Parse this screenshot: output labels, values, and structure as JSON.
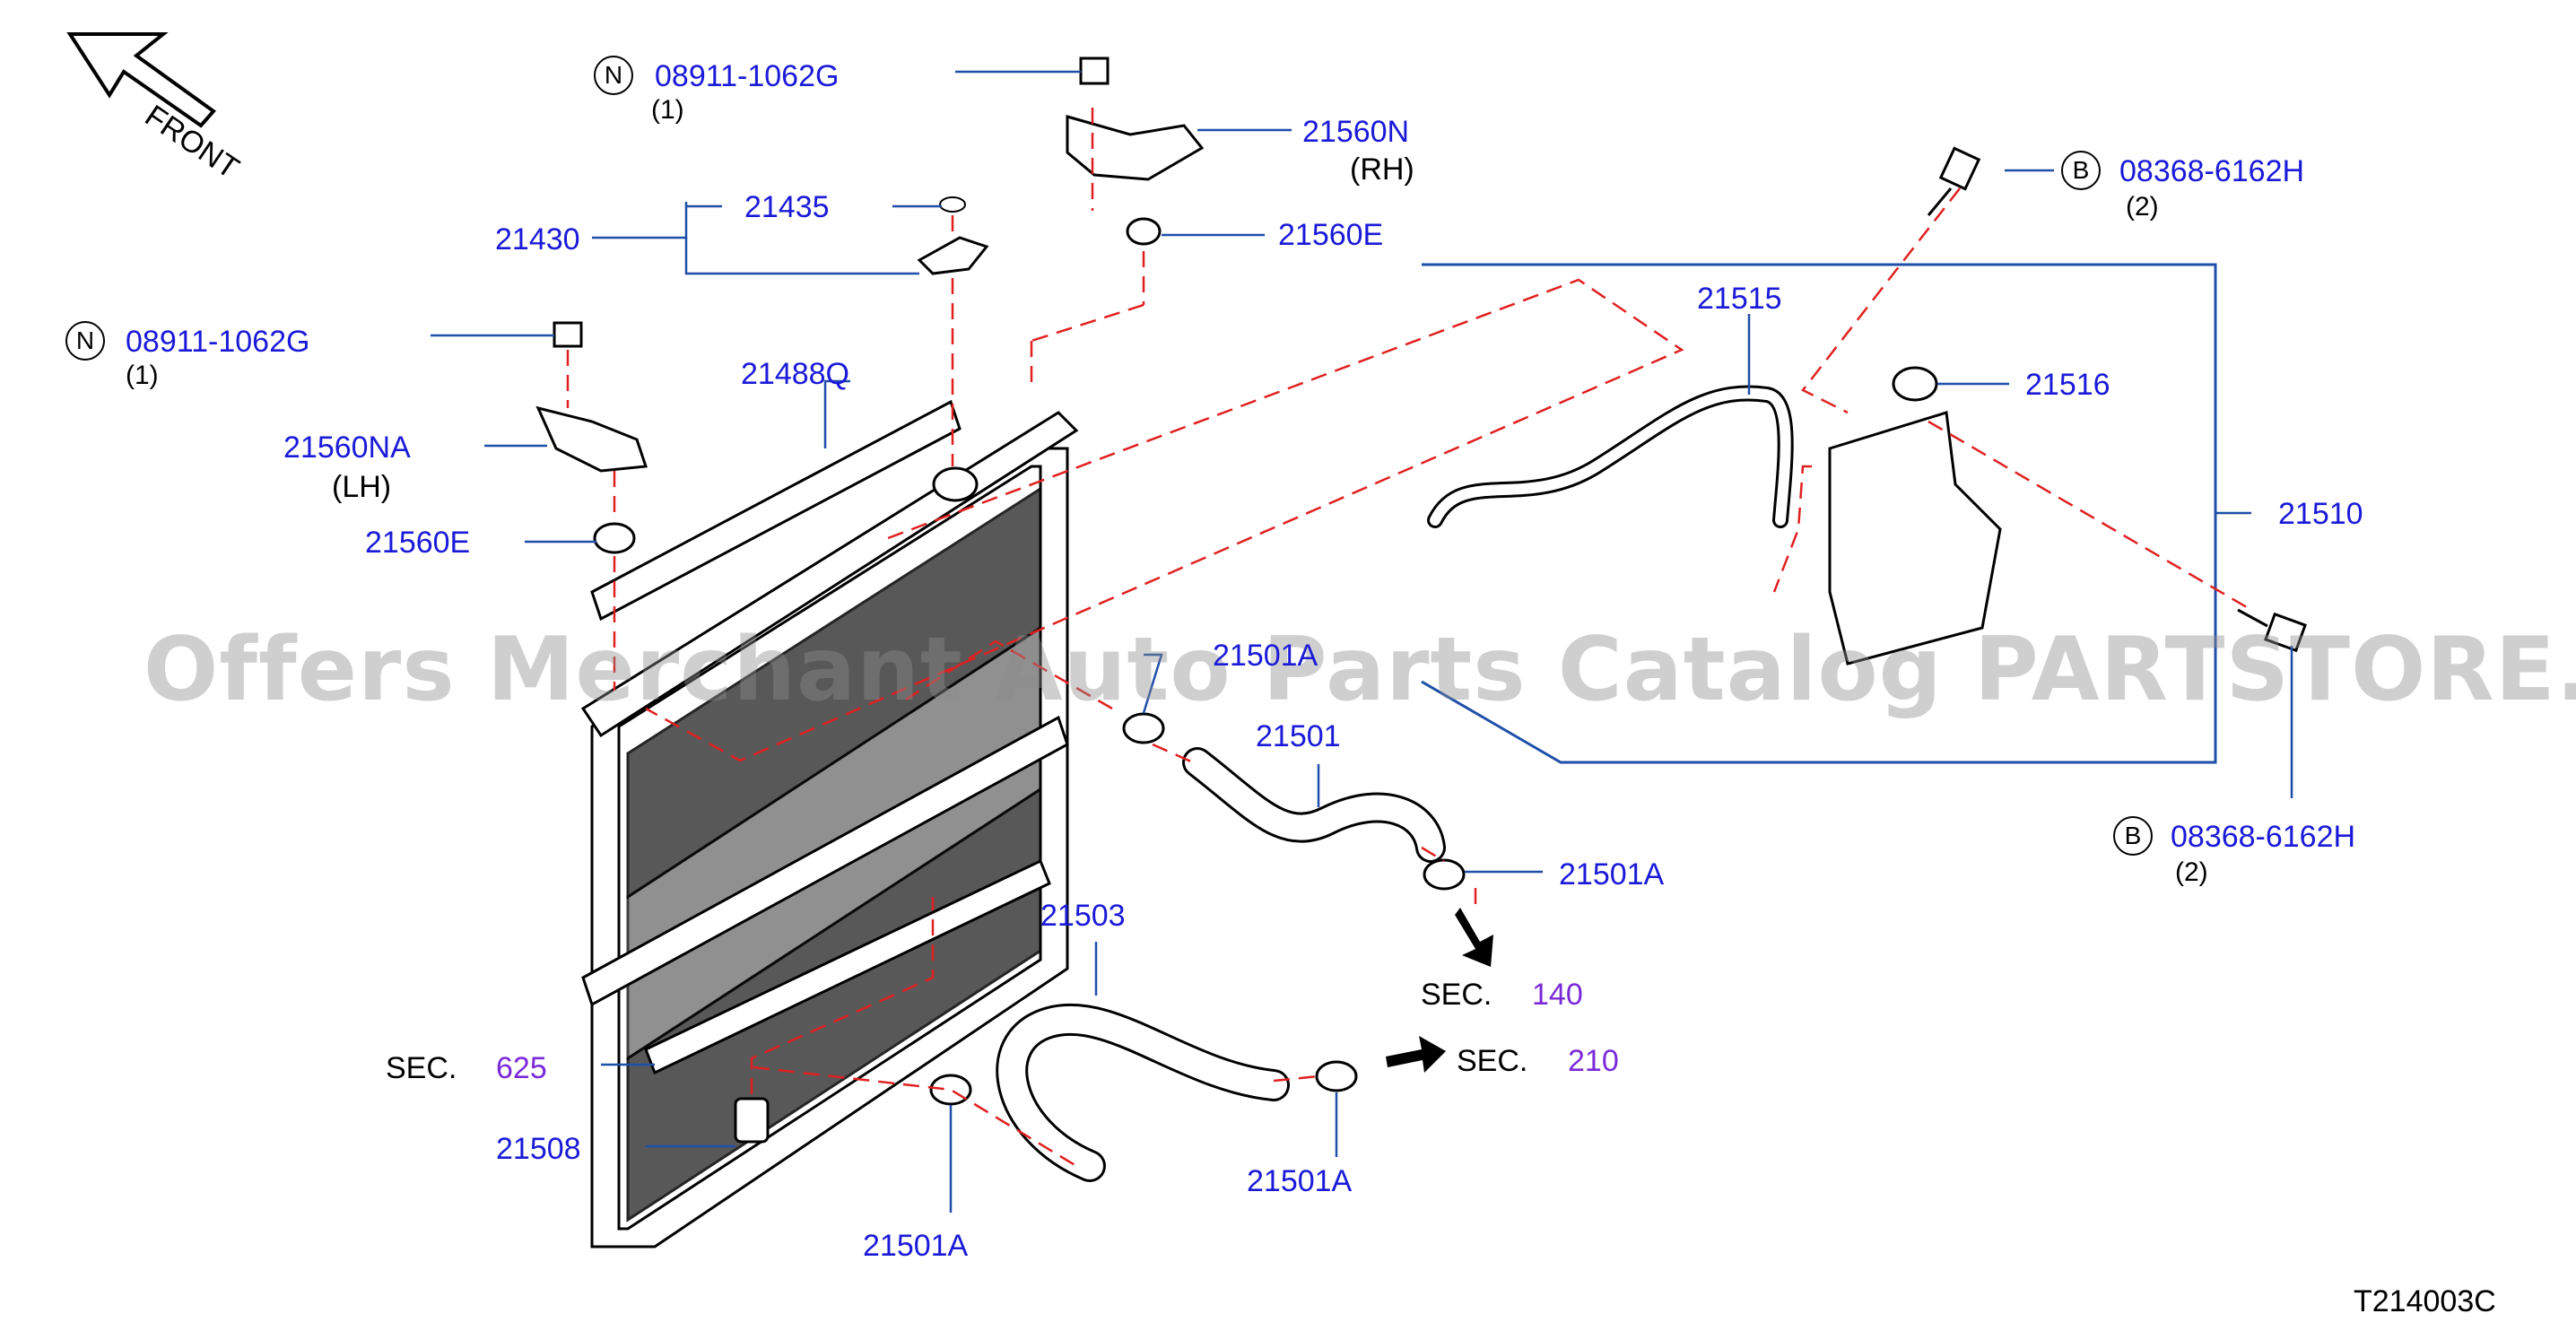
{
  "diagram_code": "T214003C",
  "watermark": "Offers Merchant Auto Parts Catalog PARTSTORE.SA",
  "front_label": "FRONT",
  "callouts": {
    "nut_top": {
      "badge": "N",
      "part": "08911-1062G",
      "qty": "(1)"
    },
    "nut_left": {
      "badge": "N",
      "part": "08911-1062G",
      "qty": "(1)"
    },
    "bolt_top": {
      "badge": "B",
      "part": "08368-6162H",
      "qty": "(2)"
    },
    "bolt_bottom": {
      "badge": "B",
      "part": "08368-6162H",
      "qty": "(2)"
    }
  },
  "parts": {
    "p21560N": "21560N",
    "p21560N_side": "(RH)",
    "p21435": "21435",
    "p21430": "21430",
    "p21560E_top": "21560E",
    "p21488Q": "21488Q",
    "p21560NA": "21560NA",
    "p21560NA_side": "(LH)",
    "p21560E_left": "21560E",
    "p21515": "21515",
    "p21516": "21516",
    "p21510": "21510",
    "p21501A_top": "21501A",
    "p21501": "21501",
    "p21501A_right": "21501A",
    "p21503": "21503",
    "p21508": "21508",
    "p21501A_bottom": "21501A",
    "p21501A_lower": "21501A"
  },
  "sections": {
    "s140": {
      "label": "SEC.",
      "num": "140"
    },
    "s210": {
      "label": "SEC.",
      "num": "210"
    },
    "s625": {
      "label": "SEC.",
      "num": "625"
    }
  },
  "colors": {
    "part_number": "#1a1ad8",
    "section_number": "#7a2ad8",
    "leader": "#1f4fa8",
    "dashed": "#e02020"
  }
}
